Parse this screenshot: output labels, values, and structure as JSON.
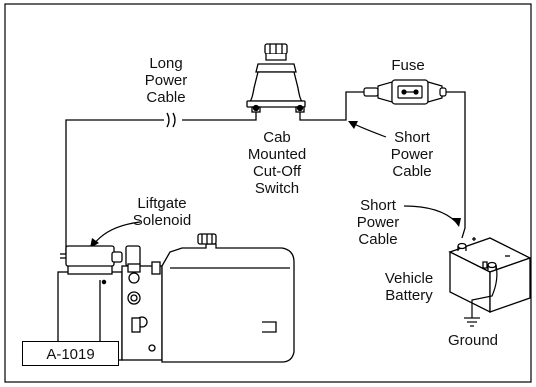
{
  "figure": {
    "id": "A-1019"
  },
  "labels": {
    "long_power_cable": "Long\nPower\nCable",
    "fuse": "Fuse",
    "cab_switch": "Cab\nMounted\nCut-Off\nSwitch",
    "short_power_cable_top": "Short\nPower\nCable",
    "short_power_cable_bottom": "Short\nPower\nCable",
    "liftgate_solenoid": "Liftgate\nSolenoid",
    "vehicle_battery": "Vehicle\nBattery",
    "ground": "Ground"
  },
  "colors": {
    "line": "#000000",
    "background": "#ffffff",
    "part_fill": "#ffffff"
  }
}
